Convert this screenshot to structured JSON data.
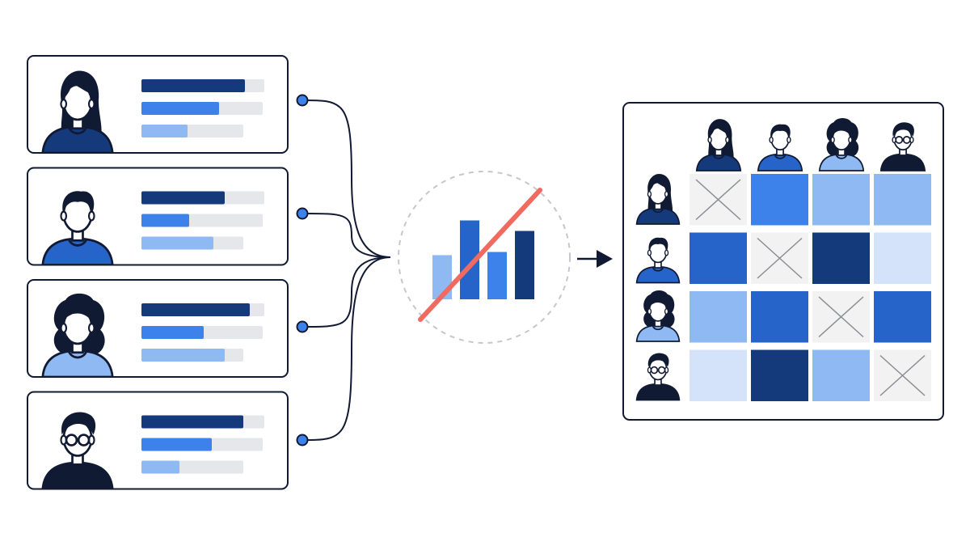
{
  "colors": {
    "ink": "#111a33",
    "navy": "#153a7c",
    "blue": "#2664c9",
    "mid": "#3d82ea",
    "light": "#8fb9f3",
    "pale": "#d4e3fa",
    "track": "#e6e7ea",
    "cross_cell": "#f2f2f2",
    "strike": "#f06a5f",
    "circle": "#c5c7cc"
  },
  "people": [
    {
      "id": "person-long-hair",
      "hair": "long",
      "glasses": false,
      "shirt": "navy",
      "bars": [
        {
          "value": 0.84,
          "color": "navy"
        },
        {
          "value": 0.64,
          "color": "mid"
        },
        {
          "value": 0.45,
          "color": "light"
        }
      ]
    },
    {
      "id": "person-short-hair",
      "hair": "short",
      "glasses": false,
      "shirt": "blue",
      "bars": [
        {
          "value": 0.68,
          "color": "navy"
        },
        {
          "value": 0.39,
          "color": "mid"
        },
        {
          "value": 0.71,
          "color": "light"
        }
      ]
    },
    {
      "id": "person-curly-hair",
      "hair": "curly",
      "glasses": false,
      "shirt": "light",
      "bars": [
        {
          "value": 0.88,
          "color": "navy"
        },
        {
          "value": 0.51,
          "color": "mid"
        },
        {
          "value": 0.82,
          "color": "light"
        }
      ]
    },
    {
      "id": "person-glasses",
      "hair": "swept",
      "glasses": true,
      "shirt": "ink",
      "bars": [
        {
          "value": 0.83,
          "color": "navy"
        },
        {
          "value": 0.58,
          "color": "mid"
        },
        {
          "value": 0.37,
          "color": "light"
        }
      ]
    }
  ],
  "center_icon": {
    "name": "crossed-out-bar-chart-icon",
    "bars": [
      {
        "value": 0.42,
        "color": "light"
      },
      {
        "value": 0.75,
        "color": "blue"
      },
      {
        "value": 0.45,
        "color": "mid"
      },
      {
        "value": 0.65,
        "color": "navy"
      }
    ]
  },
  "matrix": {
    "cells": [
      [
        "cross",
        "mid",
        "light",
        "light"
      ],
      [
        "blue",
        "cross",
        "navy",
        "pale"
      ],
      [
        "light",
        "blue",
        "cross",
        "blue"
      ],
      [
        "pale",
        "navy",
        "light",
        "cross"
      ]
    ]
  }
}
